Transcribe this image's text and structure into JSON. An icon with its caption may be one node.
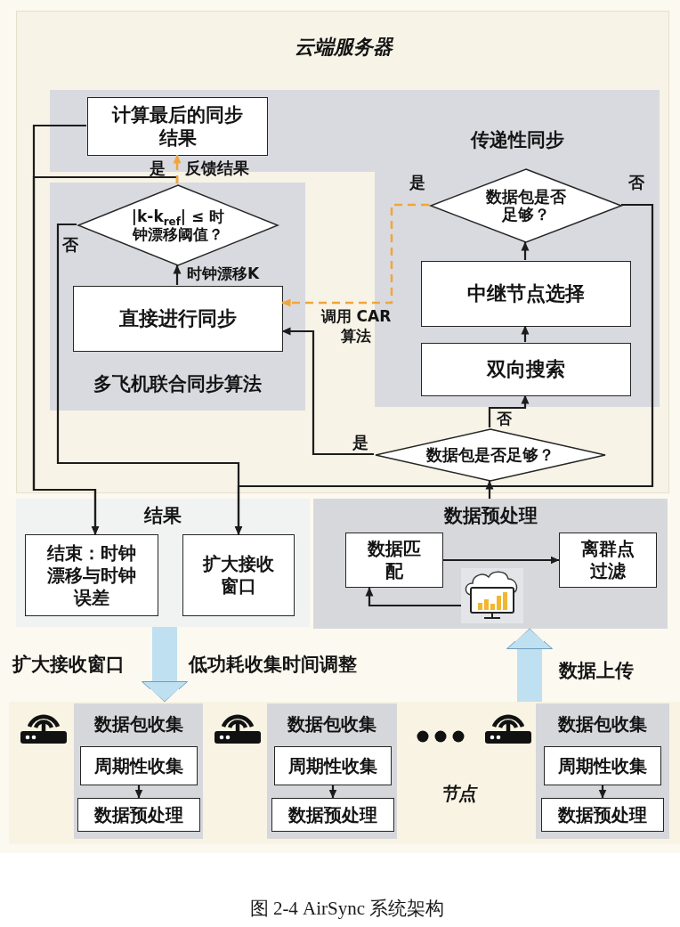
{
  "diagram": {
    "caption": "图 2-4 AirSync 系统架构",
    "nodes": [
      {
        "text": [
          "云端服务器"
        ]
      },
      {
        "text": [
          "计算最后的同步结果"
        ],
        "in": 0
      },
      {
        "text": [
          "多飞机联合同步算法"
        ],
        "in": 0
      },
      {
        "text": [
          "|k-k$_{ref}$| ≤ 时钟漂移阈值？"
        ],
        "in": 2
      },
      {
        "text": [
          "直接进行同步"
        ],
        "in": 2
      },
      {
        "text": [
          "传递性同步"
        ],
        "in": 0
      },
      {
        "text": [
          "数据包是否足够？"
        ],
        "in": 5
      },
      {
        "text": [
          "中继节点选择"
        ],
        "in": 5
      },
      {
        "text": [
          "双向搜索"
        ],
        "in": 5
      },
      {
        "text": [
          "数据包是否足够？"
        ],
        "in": 0
      },
      {
        "text": [
          "结果"
        ]
      },
      {
        "text": [
          "结束：时钟漂移与时钟误差"
        ],
        "in": 10
      },
      {
        "text": [
          "扩大接收窗口"
        ],
        "in": 10
      },
      {
        "text": [
          "数据预处理"
        ]
      },
      {
        "text": [
          "数据匹配"
        ],
        "in": 13
      },
      {
        "text": [
          "离群点过滤"
        ],
        "in": 13
      },
      {
        "text": [],
        "shape": "picture",
        "in": 13
      },
      {
        "text": [
          "节点"
        ]
      },
      {
        "text": [
          "数据包收集"
        ],
        "in": 17
      },
      {
        "text": [
          "周期性收集"
        ],
        "in": 18
      },
      {
        "text": [
          "数据预处理"
        ],
        "in": 18
      },
      {
        "text": [
          "数据包收集"
        ],
        "in": 17
      },
      {
        "text": [
          "周期性收集"
        ],
        "in": 21
      },
      {
        "text": [
          "数据预处理"
        ],
        "in": 21
      },
      {
        "text": [
          "数据包收集"
        ],
        "in": 17
      },
      {
        "text": [
          "周期性收集"
        ],
        "in": 24
      },
      {
        "text": [
          "数据预处理"
        ],
        "in": 24
      }
    ],
    "edges": [
      {
        "from": 1,
        "to": 11,
        "arrow": "to"
      },
      {
        "from": 3,
        "to": 11,
        "arrow": "to",
        "label": "是"
      },
      {
        "from": 3,
        "to": 1,
        "arrow": "to",
        "label": "反馈结果",
        "style": "dashed",
        "color": "#f0a63a"
      },
      {
        "from": 3,
        "to": 12,
        "arrow": "to",
        "label": "否"
      },
      {
        "from": 4,
        "to": 3,
        "arrow": "to",
        "label": "时钟漂移K"
      },
      {
        "from": 6,
        "to": 4,
        "arrow": "to",
        "label": "是",
        "style": "dashed",
        "color": "#f0a63a"
      },
      {
        "from": 6,
        "to": 12,
        "arrow": "to",
        "label": "否"
      },
      {
        "from": 7,
        "to": 6,
        "arrow": "to"
      },
      {
        "from": 8,
        "to": 7,
        "arrow": "to"
      },
      {
        "from": 9,
        "to": 8,
        "arrow": "to",
        "label": "否"
      },
      {
        "from": 9,
        "to": 4,
        "arrow": "to",
        "label": "是"
      },
      {
        "from": 13,
        "to": 9,
        "arrow": "to"
      },
      {
        "from": 16,
        "to": 14,
        "arrow": "to"
      },
      {
        "from": 14,
        "to": 15,
        "arrow": "to"
      },
      {
        "from": 10,
        "to": 17,
        "arrow": "to",
        "style": "thick",
        "color": "#bfe0f1"
      },
      {
        "from": 17,
        "to": 13,
        "arrow": "to",
        "style": "thick",
        "color": "#bfe0f1"
      },
      {
        "from": 19,
        "to": 20,
        "arrow": "to"
      },
      {
        "from": 22,
        "to": 23,
        "arrow": "to"
      },
      {
        "from": 25,
        "to": 26,
        "arrow": "to"
      }
    ],
    "labels": [
      "调用 CAR算法",
      "扩大接收窗口",
      "低功耗收集时间调整",
      "数据上传"
    ]
  }
}
